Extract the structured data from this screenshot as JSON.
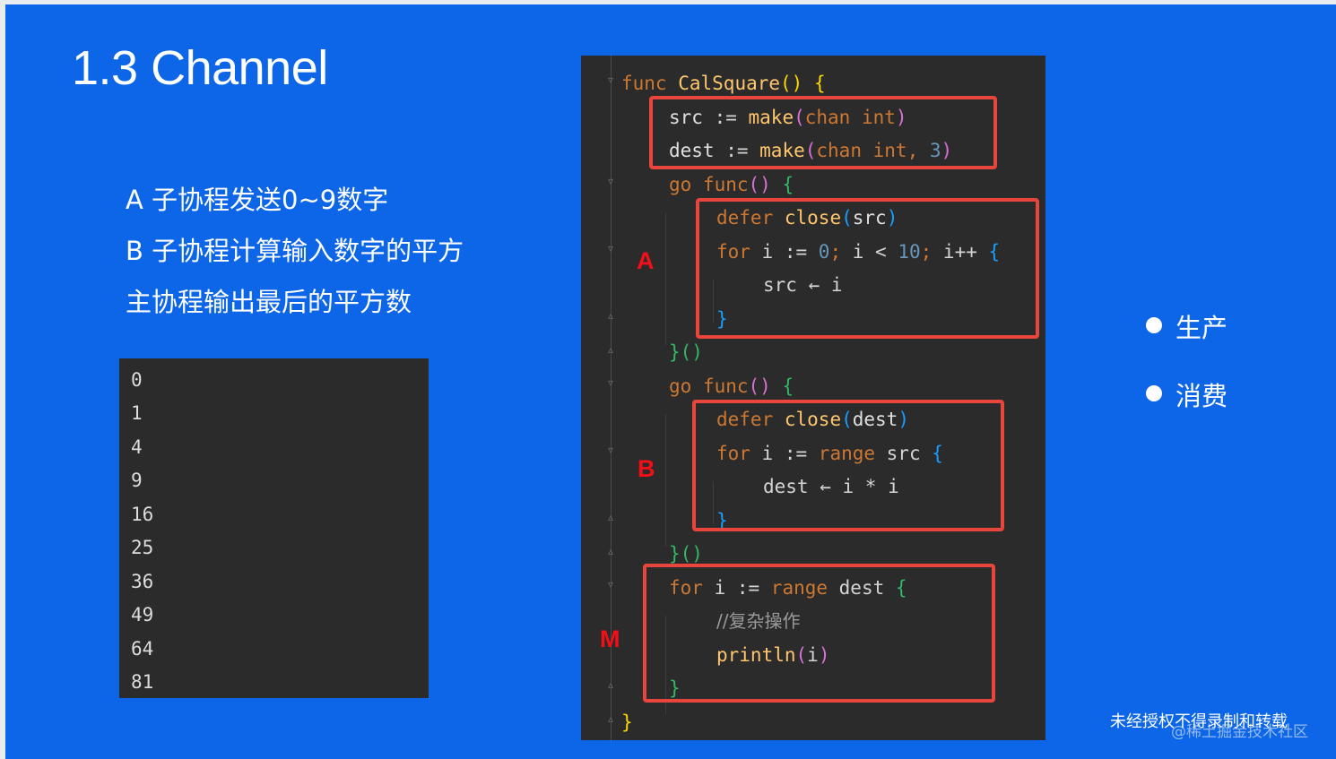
{
  "slide": {
    "title": "1.3 Channel",
    "description": [
      "A 子协程发送0~9数字",
      "B 子协程计算输入数字的平方",
      "主协程输出最后的平方数"
    ],
    "output": [
      "0",
      "1",
      "4",
      "9",
      "16",
      "25",
      "36",
      "49",
      "64",
      "81"
    ],
    "markers": {
      "a": "A",
      "b": "B",
      "m": "M"
    },
    "bullets": [
      "生产",
      "消费"
    ],
    "footer": "未经授权不得录制和转载",
    "footer_watermark": "@稀土掘金技术社区",
    "comment": "//复杂操作"
  },
  "colors": {
    "slide_bg": "#0d66e7",
    "code_bg": "#2b2b2b",
    "highlight_box": "#e8453c",
    "marker_text": "#f20f18"
  },
  "icons": [
    "fold-marker-icon",
    "bullet-icon"
  ]
}
